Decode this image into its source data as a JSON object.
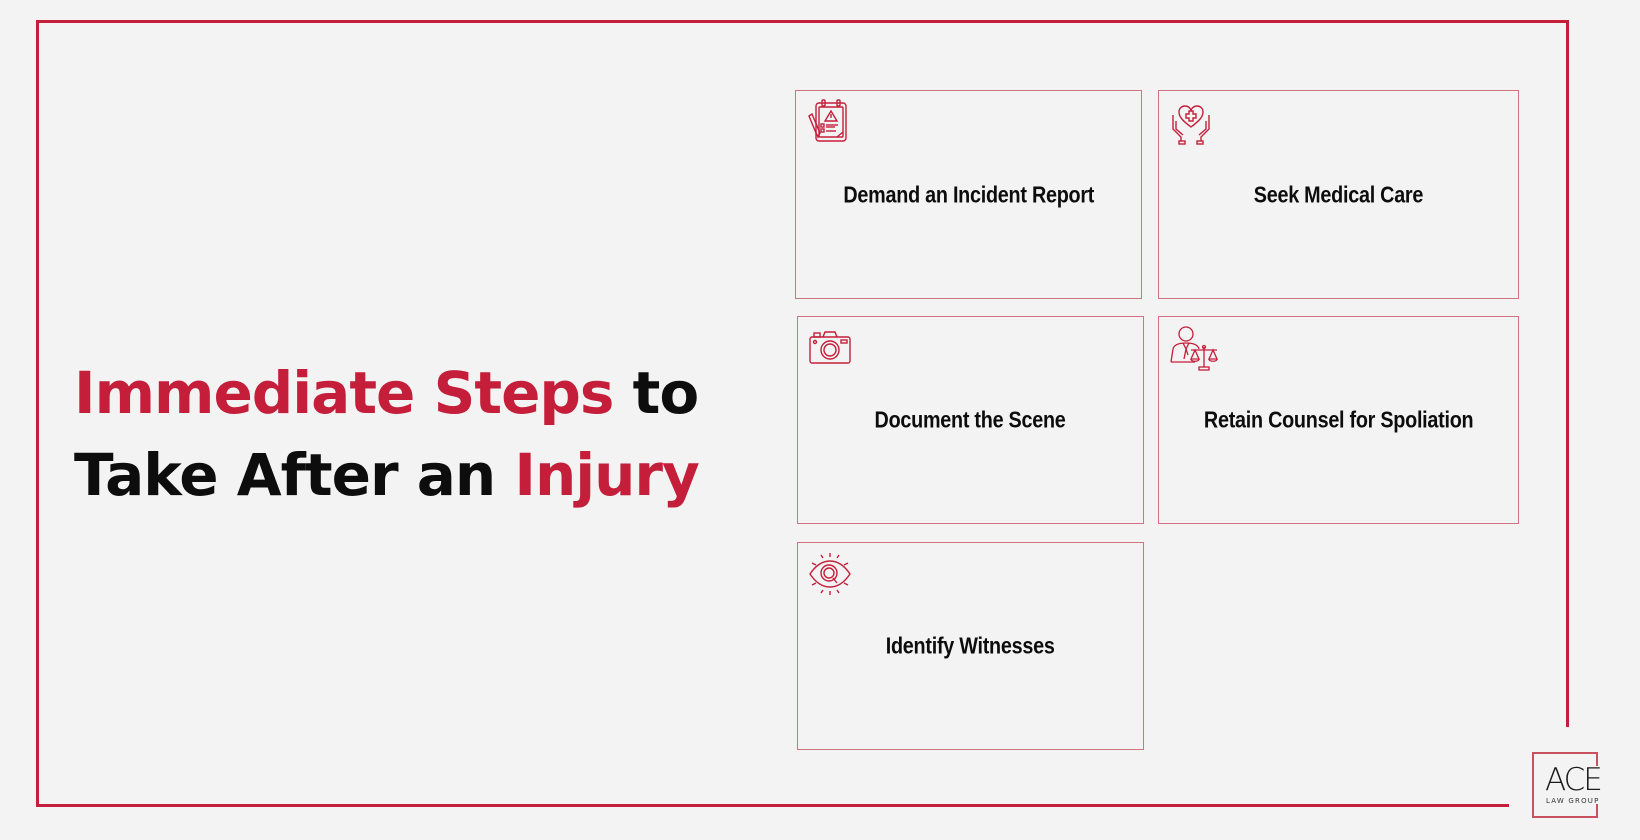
{
  "title": {
    "line1_accent": "Immediate Steps",
    "line1_rest": " to",
    "line2_rest": "Take After an ",
    "line2_accent": "Injury"
  },
  "colors": {
    "accent": "#c41e3a",
    "card_border": "#d2717f",
    "text": "#0d0d0d",
    "background": "#f3f3f3"
  },
  "cards": [
    {
      "label": "Demand an Incident Report",
      "icon": "clipboard-warning-icon"
    },
    {
      "label": "Seek Medical Care",
      "icon": "hands-heart-medical-icon"
    },
    {
      "label": "Document the Scene",
      "icon": "camera-icon"
    },
    {
      "label": "Retain Counsel for Spoliation",
      "icon": "lawyer-scales-icon"
    },
    {
      "label": "Identify Witnesses",
      "icon": "eye-search-icon"
    }
  ],
  "logo": {
    "name": "ACE",
    "subtitle": "LAW GROUP"
  }
}
